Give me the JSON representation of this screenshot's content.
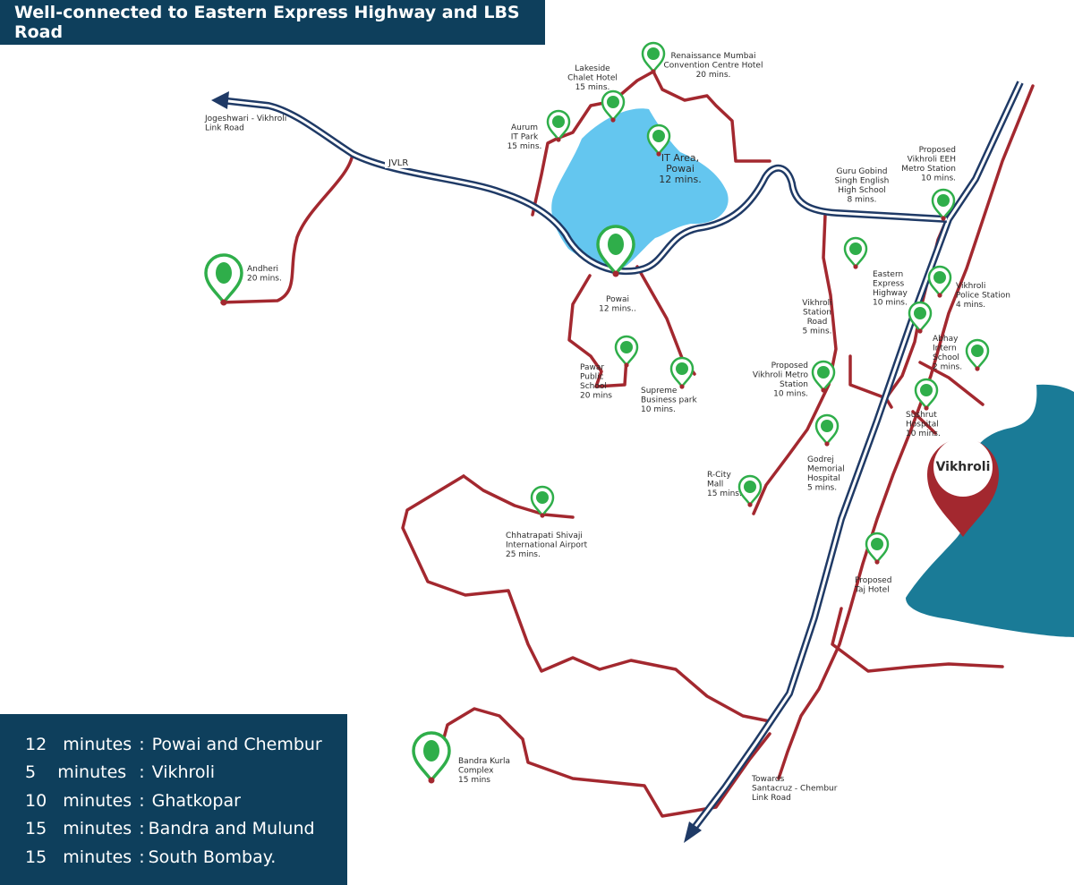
{
  "title": "Well-connected to Eastern Express Highway and LBS Road",
  "colors": {
    "banner": "#0e3f5c",
    "road": "#a3282f",
    "highway": "#1f3a66",
    "lake": "#64c6ef",
    "sea": "#1a7b97",
    "pin": "#2fae4a"
  },
  "road_labels": {
    "jvlr": "JVLR"
  },
  "places": {
    "jogeshwari": [
      "Jogeshwari - Vikhroli",
      "Link Road"
    ],
    "andheri": [
      "Andheri",
      "20 mins."
    ],
    "lakeside": [
      "Lakeside",
      "Chalet Hotel",
      "15 mins."
    ],
    "renaissance": [
      "Renaissance Mumbai",
      "Convention Centre Hotel",
      "20 mins."
    ],
    "aurum": [
      "Aurum",
      "IT Park",
      "15 mins."
    ],
    "it_area": [
      "IT Area,",
      "Powai",
      "12 mins."
    ],
    "powai": [
      "Powai",
      "12 mins.."
    ],
    "pawar": [
      "Pawar",
      "Public",
      "School",
      "20 mins"
    ],
    "supreme": [
      "Supreme",
      "Business park",
      "10 mins."
    ],
    "guru_gobind": [
      "Guru Gobind",
      "Singh English",
      "High School",
      "8 mins."
    ],
    "vikhroli_eeh": [
      "Proposed",
      "Vikhroli EEH",
      "Metro Station",
      "10 mins."
    ],
    "eastern_express": [
      "Eastern",
      "Express",
      "Highway",
      "10 mins."
    ],
    "vikhroli_station": [
      "Vikhroli",
      "Station",
      "Road",
      "5 mins."
    ],
    "police": [
      "Vikhroli",
      "Police Station",
      "4 mins."
    ],
    "abhay": [
      "Abhay",
      "Intern",
      "School",
      "2 mins."
    ],
    "vikhroli_metro": [
      "Proposed",
      "Vikhroli Metro",
      "Station",
      "10 mins."
    ],
    "sushrut": [
      "Sushrut",
      "Hospital",
      "10 mins."
    ],
    "godrej": [
      "Godrej",
      "Memorial",
      "Hospital",
      "5 mins."
    ],
    "rcity": [
      "R-City",
      "Mall",
      "15 mins."
    ],
    "airport": [
      "Chhatrapati Shivaji",
      "International Airport",
      "25 mins."
    ],
    "taj": [
      "Proposed",
      "Taj Hotel"
    ],
    "bkc": [
      "Bandra Kurla",
      "Complex",
      "15 mins"
    ],
    "santacruz": [
      "Towards",
      "Santacruz - Chembur",
      "Link Road"
    ]
  },
  "vikhroli_marker": "Vikhroli",
  "legend": [
    {
      "mins": "12   minutes",
      "sep": ":",
      "place": "Powai and Chembur"
    },
    {
      "mins": "5    minutes",
      "sep": " :",
      "place": "Vikhroli"
    },
    {
      "mins": "10   minutes",
      "sep": ":",
      "place": "Ghatkopar"
    },
    {
      "mins": "15   minutes",
      "sep": ":",
      "place": "Bandra and Mulund"
    },
    {
      "mins": "15   minutes",
      "sep": ":",
      "place": "South Bombay."
    }
  ]
}
